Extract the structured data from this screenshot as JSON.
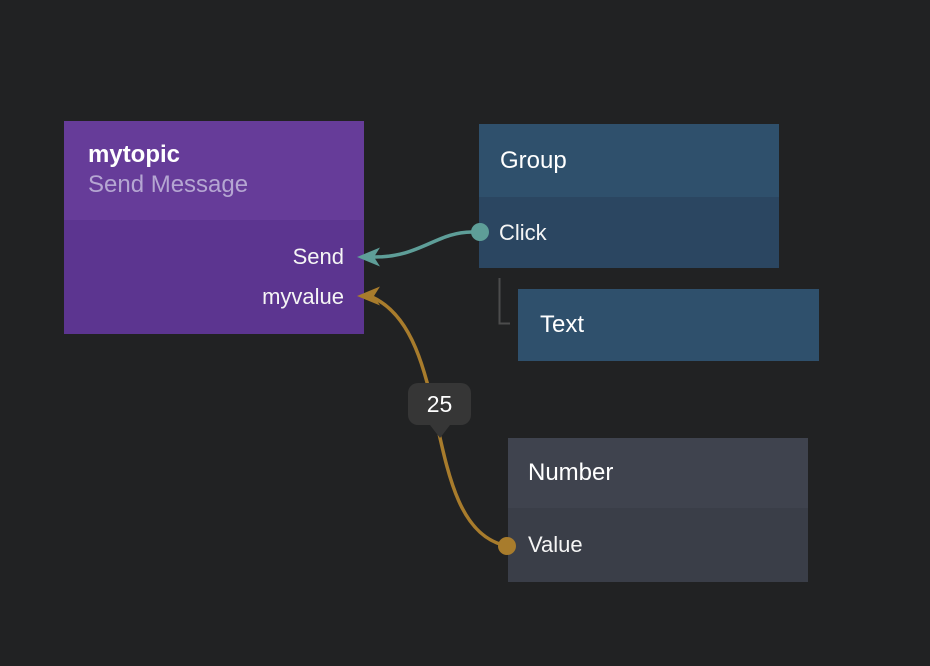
{
  "canvas": {
    "background": "#212223"
  },
  "nodes": {
    "send_message": {
      "title": "mytopic",
      "subtitle": "Send Message",
      "ports": [
        {
          "label": "Send"
        },
        {
          "label": "myvalue"
        }
      ],
      "colors": {
        "header": "#663c99",
        "body": "#5c3590",
        "subtitle": "#b5a6d2"
      }
    },
    "group": {
      "title": "Group",
      "ports": [
        {
          "label": "Click"
        }
      ],
      "colors": {
        "header": "#2f506c",
        "body": "#2b4661"
      }
    },
    "text": {
      "title": "Text",
      "colors": {
        "body": "#2f506c"
      }
    },
    "number": {
      "title": "Number",
      "ports": [
        {
          "label": "Value"
        }
      ],
      "colors": {
        "header": "#3f434e",
        "body": "#3a3e48"
      }
    }
  },
  "connections": [
    {
      "name": "group-click-to-mytopic-send",
      "color": "#5e9e98"
    },
    {
      "name": "number-value-to-mytopic-myvalue",
      "color": "#a87c2c",
      "value_badge": "25"
    }
  ],
  "badge": {
    "label": "25",
    "background": "#363636"
  }
}
